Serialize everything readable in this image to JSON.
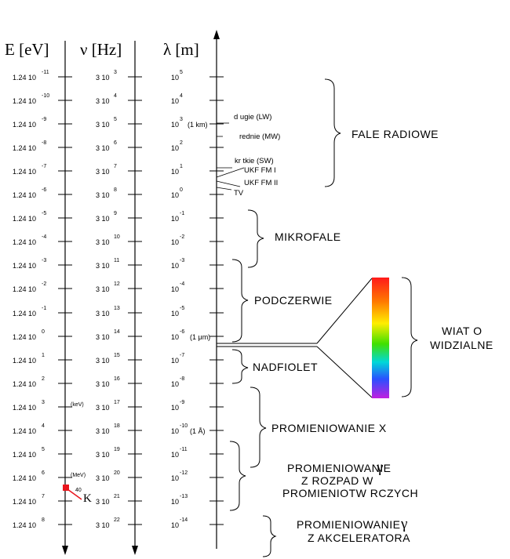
{
  "headers": {
    "energy": "E [eV]",
    "frequency": "ν [Hz]",
    "wavelength": "λ [m]"
  },
  "rows": [
    {
      "e_base": "1.24 10",
      "e_exp": "-11",
      "f_base": "3 10",
      "f_exp": "3",
      "w_base": "10",
      "w_exp": "5"
    },
    {
      "e_base": "1.24 10",
      "e_exp": "-10",
      "f_base": "3 10",
      "f_exp": "4",
      "w_base": "10",
      "w_exp": "4"
    },
    {
      "e_base": "1.24 10",
      "e_exp": "-9",
      "f_base": "3 10",
      "f_exp": "5",
      "w_base": "10",
      "w_exp": "3",
      "w_note": "(1 km)"
    },
    {
      "e_base": "1.24 10",
      "e_exp": "-8",
      "f_base": "3 10",
      "f_exp": "6",
      "w_base": "10",
      "w_exp": "2"
    },
    {
      "e_base": "1.24 10",
      "e_exp": "-7",
      "f_base": "3 10",
      "f_exp": "7",
      "w_base": "10",
      "w_exp": "1"
    },
    {
      "e_base": "1.24 10",
      "e_exp": "-6",
      "f_base": "3 10",
      "f_exp": "8",
      "w_base": "10",
      "w_exp": "0"
    },
    {
      "e_base": "1.24 10",
      "e_exp": "-5",
      "f_base": "3 10",
      "f_exp": "9",
      "w_base": "10",
      "w_exp": "-1"
    },
    {
      "e_base": "1.24 10",
      "e_exp": "-4",
      "f_base": "3 10",
      "f_exp": "10",
      "w_base": "10",
      "w_exp": "-2"
    },
    {
      "e_base": "1.24 10",
      "e_exp": "-3",
      "f_base": "3 10",
      "f_exp": "11",
      "w_base": "10",
      "w_exp": "-3"
    },
    {
      "e_base": "1.24 10",
      "e_exp": "-2",
      "f_base": "3 10",
      "f_exp": "12",
      "w_base": "10",
      "w_exp": "-4"
    },
    {
      "e_base": "1.24 10",
      "e_exp": "-1",
      "f_base": "3 10",
      "f_exp": "13",
      "w_base": "10",
      "w_exp": "-5"
    },
    {
      "e_base": "1.24 10",
      "e_exp": "0",
      "f_base": "3 10",
      "f_exp": "14",
      "w_base": "10",
      "w_exp": "-6",
      "w_note": "(1 μm)"
    },
    {
      "e_base": "1.24 10",
      "e_exp": "1",
      "f_base": "3 10",
      "f_exp": "15",
      "w_base": "10",
      "w_exp": "-7"
    },
    {
      "e_base": "1.24 10",
      "e_exp": "2",
      "f_base": "3 10",
      "f_exp": "16",
      "w_base": "10",
      "w_exp": "-8"
    },
    {
      "e_base": "1.24 10",
      "e_exp": "3",
      "e_note": "(keV)",
      "f_base": "3 10",
      "f_exp": "17",
      "w_base": "10",
      "w_exp": "-9"
    },
    {
      "e_base": "1.24 10",
      "e_exp": "4",
      "f_base": "3 10",
      "f_exp": "18",
      "w_base": "10",
      "w_exp": "-10",
      "w_note": "(1 Å)"
    },
    {
      "e_base": "1.24 10",
      "e_exp": "5",
      "f_base": "3 10",
      "f_exp": "19",
      "w_base": "10",
      "w_exp": "-11"
    },
    {
      "e_base": "1.24 10",
      "e_exp": "6",
      "e_note": "(MeV)",
      "f_base": "3 10",
      "f_exp": "20",
      "w_base": "10",
      "w_exp": "-12"
    },
    {
      "e_base": "1.24 10",
      "e_exp": "7",
      "f_base": "3 10",
      "f_exp": "21",
      "w_base": "10",
      "w_exp": "-13"
    },
    {
      "e_base": "1.24 10",
      "e_exp": "8",
      "f_base": "3 10",
      "f_exp": "22",
      "w_base": "10",
      "w_exp": "-14"
    }
  ],
  "radio_bands": [
    {
      "label": "d ugie  (LW)"
    },
    {
      "label": "rednie  (MW)"
    },
    {
      "label": "kr  tkie  (SW)"
    },
    {
      "label": "UKF  FM I"
    },
    {
      "label": "UKF  FM II"
    },
    {
      "label": "TV"
    }
  ],
  "regions": {
    "radio": "FALE  RADIOWE",
    "microwave": "MIKROFALE",
    "infrared": "PODCZERWIE",
    "visible_line1": "WIAT  O",
    "visible_line2": "WIDZIALNE",
    "ultraviolet": "NADFIOLET",
    "xray": "PROMIENIOWANIE  X",
    "gamma_decay_line1": "PROMIENIOWANIE",
    "gamma_decay_symbol": "γ",
    "gamma_decay_line2": "Z ROZPAD  W",
    "gamma_decay_line3": "PROMIENIOTW  RCZYCH",
    "gamma_acc_line1": "PROMIENIOWANIE",
    "gamma_acc_symbol": "γ",
    "gamma_acc_line2": "Z AKCELERATORA"
  },
  "marker": {
    "k_label": "K",
    "k_sub": "40"
  },
  "colors": {
    "line": "#000000",
    "marker": "#e8141c",
    "spectrum_top": "#ff1e1e",
    "spectrum_bottom": "#c020e0"
  }
}
